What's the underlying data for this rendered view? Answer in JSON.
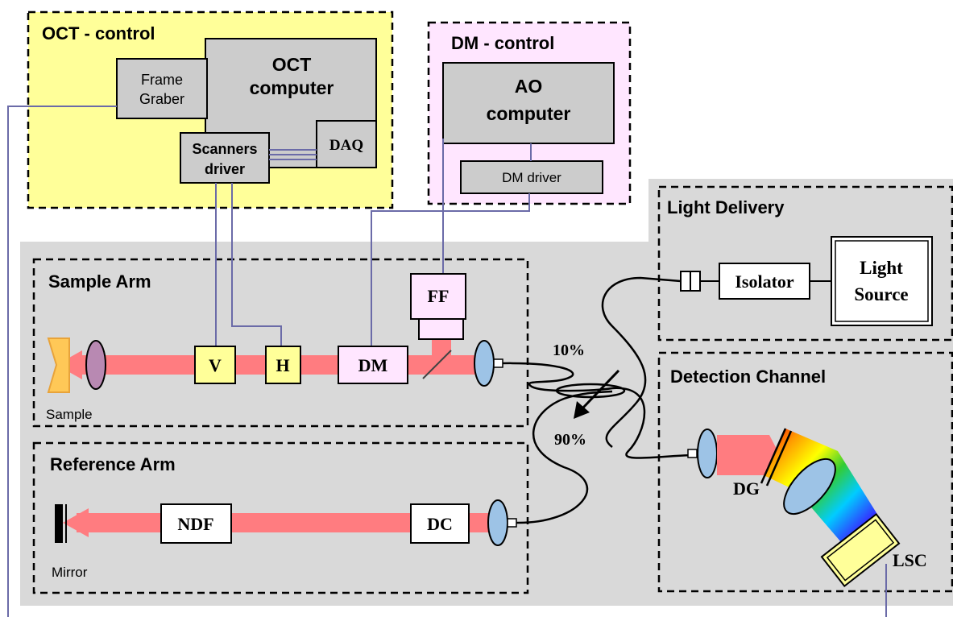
{
  "groups": {
    "oct_control": "OCT - control",
    "dm_control": "DM - control",
    "light_delivery": "Light Delivery",
    "sample_arm": "Sample Arm",
    "reference_arm": "Reference Arm",
    "detection_channel": "Detection Channel"
  },
  "oct": {
    "frame_graber_1": "Frame",
    "frame_graber_2": "Graber",
    "computer_1": "OCT",
    "computer_2": "computer",
    "daq": "DAQ",
    "scanners_1": "Scanners",
    "scanners_2": "driver"
  },
  "dm": {
    "computer_1": "AO",
    "computer_2": "computer",
    "driver": "DM driver"
  },
  "light": {
    "isolator": "Isolator",
    "source_1": "Light",
    "source_2": "Source"
  },
  "sample": {
    "v": "V",
    "h": "H",
    "dm": "DM",
    "ff": "FF",
    "label": "Sample"
  },
  "reference": {
    "ndf": "NDF",
    "dc": "DC",
    "mirror": "Mirror"
  },
  "detection": {
    "dg": "DG",
    "lsc": "LSC"
  },
  "coupler": {
    "p10": "10%",
    "p90": "90%"
  },
  "colors": {
    "oct_bg": "#ffff99",
    "dm_bg": "#ffe6ff",
    "panel_bg": "#d9d9d9",
    "box_bg": "#cccccc",
    "beam": "#ff7c80",
    "lens": "#9dc3e6",
    "wire": "#6b6ba8"
  }
}
